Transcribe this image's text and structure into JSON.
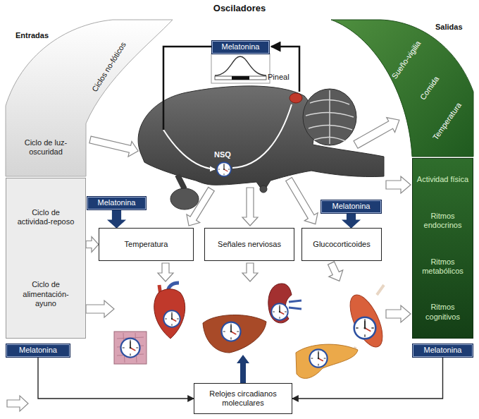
{
  "diagram": {
    "title": "Osciladores",
    "nodes": [
      {
        "text": [
          "Ciclos no-fóticos",
          "Ciclo de luz-oscuridad"
        ]
      },
      {
        "text": [
          "Ciclo de actividad-reposo",
          "Ciclo de alimentación-ayuno"
        ]
      },
      {
        "text": [
          "Melatonina"
        ]
      },
      {
        "text": [
          "Melatonina"
        ]
      },
      {
        "text": [
          "Temperatura"
        ]
      },
      {
        "text": [
          "Señales nerviosas"
        ]
      },
      {
        "text": [
          "Melatonina"
        ]
      },
      {
        "text": [
          "Glucocorticoides"
        ]
      },
      {
        "text": [
          "Melatonina"
        ]
      },
      {
        "text": [
          "Relojes circadianos moleculares"
        ]
      },
      {
        "text": [
          "Melatonina"
        ]
      },
      {
        "text": [
          "Sueño-vigilia",
          "Comida",
          "Temperatura"
        ]
      },
      {
        "text": [
          "Actividad física",
          "Ritmos endocrinos",
          "Ritmos metabólicos",
          "Ritmos cognitivos"
        ]
      }
    ],
    "edges": [
      {
        "from": 1,
        "to": 4,
        "arrow": "to"
      },
      {
        "from": 3,
        "to": 4,
        "arrow": "to"
      },
      {
        "from": 6,
        "to": 7,
        "arrow": "to"
      },
      {
        "from": 8,
        "to": 9,
        "arrow": "to"
      },
      {
        "from": 10,
        "to": 9,
        "arrow": "to"
      }
    ],
    "labels": [
      "Entradas",
      "Salidas",
      "Pineal",
      "NSQ"
    ]
  }
}
